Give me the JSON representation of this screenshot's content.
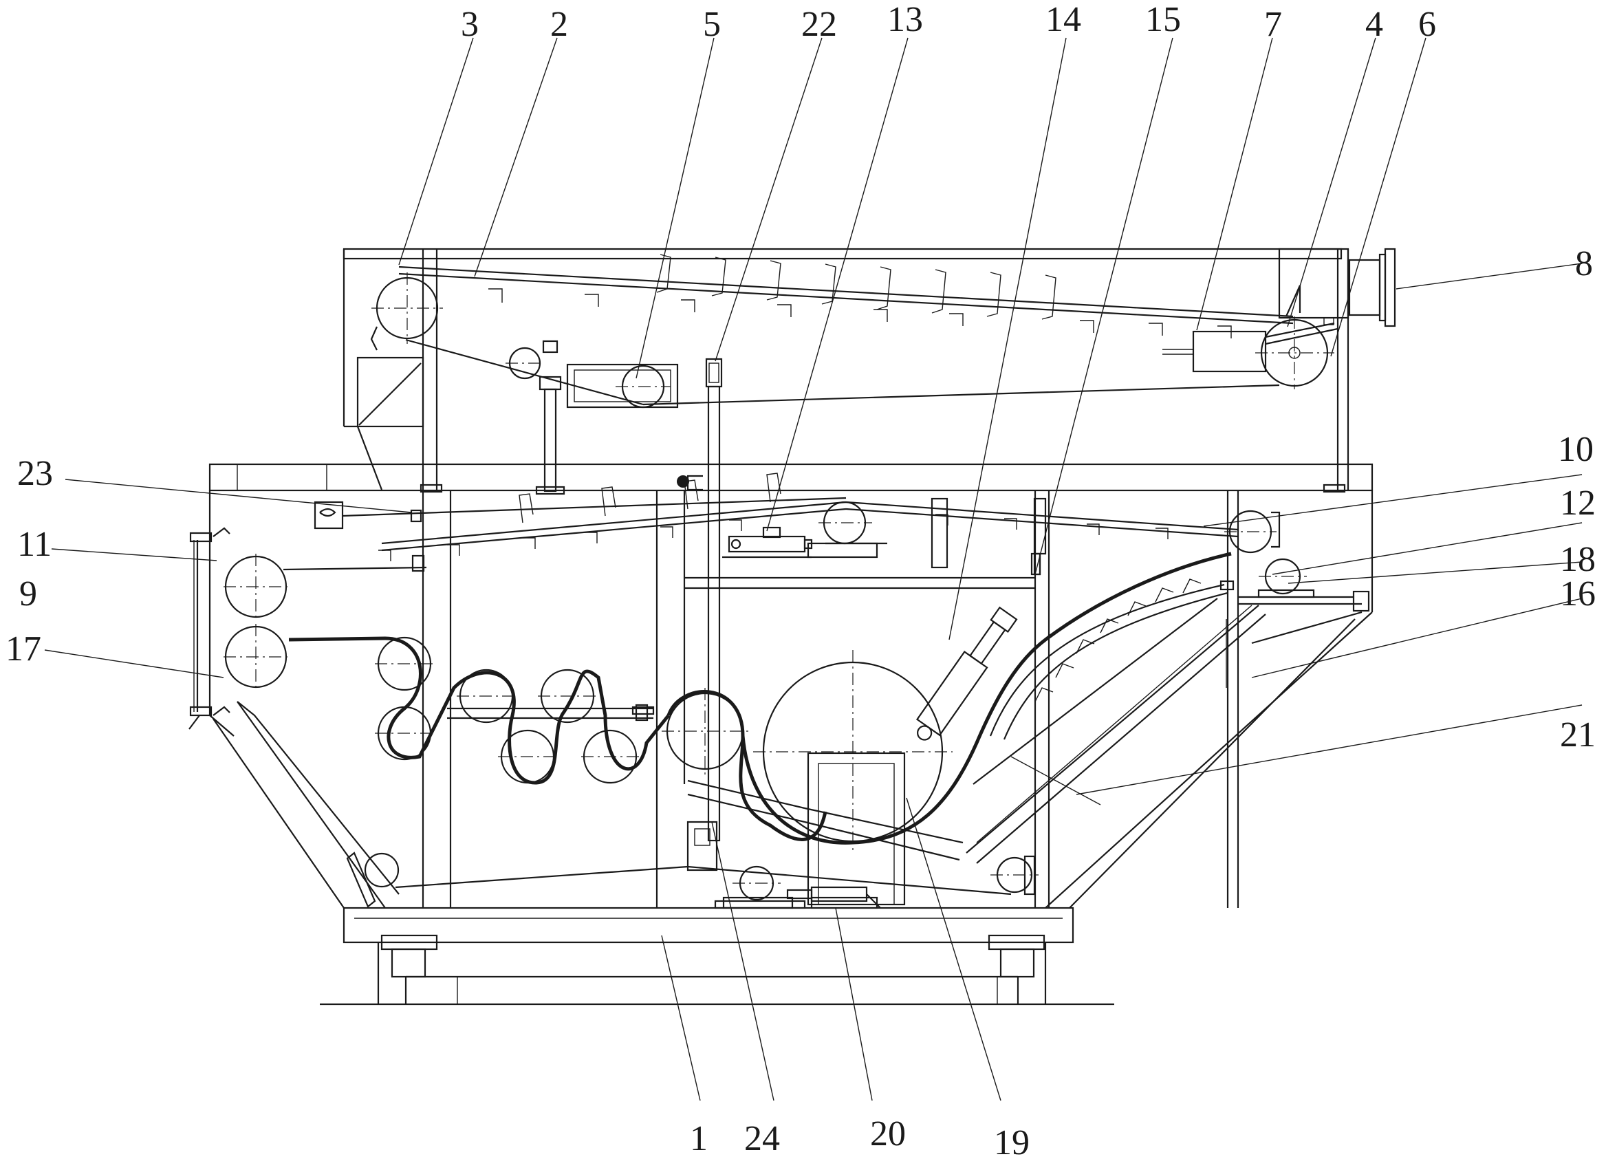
{
  "labels": [
    {
      "id": "3",
      "text": "3"
    },
    {
      "id": "2",
      "text": "2"
    },
    {
      "id": "5",
      "text": "5"
    },
    {
      "id": "22",
      "text": "22"
    },
    {
      "id": "13",
      "text": "13"
    },
    {
      "id": "14",
      "text": "14"
    },
    {
      "id": "15",
      "text": "15"
    },
    {
      "id": "7",
      "text": "7"
    },
    {
      "id": "4",
      "text": "4"
    },
    {
      "id": "6",
      "text": "6"
    },
    {
      "id": "8",
      "text": "8"
    },
    {
      "id": "10",
      "text": "10"
    },
    {
      "id": "23",
      "text": "23"
    },
    {
      "id": "12",
      "text": "12"
    },
    {
      "id": "18",
      "text": "18"
    },
    {
      "id": "11",
      "text": "11"
    },
    {
      "id": "16",
      "text": "16"
    },
    {
      "id": "9",
      "text": "9"
    },
    {
      "id": "17",
      "text": "17"
    },
    {
      "id": "21",
      "text": "21"
    },
    {
      "id": "1",
      "text": "1"
    },
    {
      "id": "24",
      "text": "24"
    },
    {
      "id": "20",
      "text": "20"
    },
    {
      "id": "19",
      "text": "19"
    }
  ],
  "colors": {
    "line": "#1a1a1a",
    "background": "#ffffff"
  }
}
